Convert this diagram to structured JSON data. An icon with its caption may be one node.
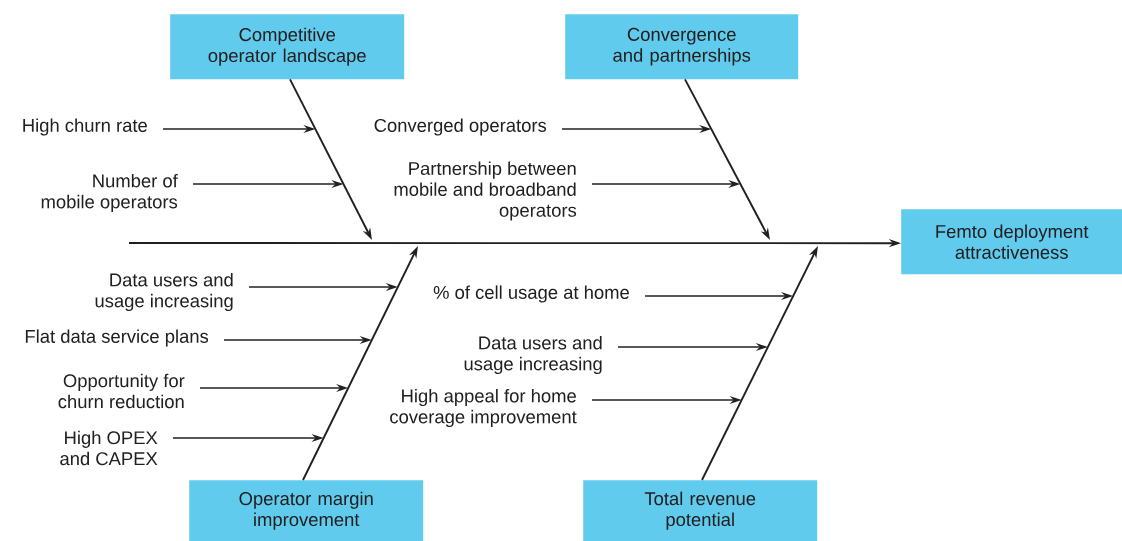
{
  "diagram": {
    "nodes": [
      {
        "text": [
          "Competitive operator landscape"
        ]
      },
      {
        "text": [
          "Convergence and partnerships"
        ]
      },
      {
        "text": [
          "Femto deployment attractiveness"
        ]
      },
      {
        "text": [
          "Operator margin improvement"
        ]
      },
      {
        "text": [
          "Total revenue potential"
        ]
      },
      {
        "text": [
          "High churn rate"
        ]
      },
      {
        "text": [
          "Number of mobile operators"
        ]
      },
      {
        "text": [
          "Converged operators"
        ]
      },
      {
        "text": [
          "Partnership between mobile and broadband operators"
        ]
      },
      {
        "text": [
          "Data users and usage increasing"
        ]
      },
      {
        "text": [
          "Flat data service plans"
        ]
      },
      {
        "text": [
          "Opportunity for churn reduction"
        ]
      },
      {
        "text": [
          "High OPEX and CAPEX"
        ]
      },
      {
        "text": [
          "% of cell usage at home"
        ]
      },
      {
        "text": [
          "Data users and usage increasing"
        ]
      },
      {
        "text": [
          "High appeal for home coverage improvement"
        ]
      }
    ],
    "edges": [
      {
        "from": null,
        "to": 2,
        "arrow": "to"
      },
      {
        "from": 0,
        "to": null,
        "arrow": "to"
      },
      {
        "from": 1,
        "to": null,
        "arrow": "to"
      },
      {
        "from": 3,
        "to": null,
        "arrow": "to"
      },
      {
        "from": 4,
        "to": null,
        "arrow": "to"
      },
      {
        "from": 5,
        "to": null,
        "arrow": "to"
      },
      {
        "from": 6,
        "to": null,
        "arrow": "to"
      },
      {
        "from": 7,
        "to": null,
        "arrow": "to"
      },
      {
        "from": 8,
        "to": null,
        "arrow": "to"
      },
      {
        "from": 9,
        "to": null,
        "arrow": "to"
      },
      {
        "from": 10,
        "to": null,
        "arrow": "to"
      },
      {
        "from": 11,
        "to": null,
        "arrow": "to"
      },
      {
        "from": 12,
        "to": null,
        "arrow": "to"
      },
      {
        "from": 13,
        "to": null,
        "arrow": "to"
      },
      {
        "from": 14,
        "to": null,
        "arrow": "to"
      },
      {
        "from": 15,
        "to": null,
        "arrow": "to"
      }
    ]
  }
}
